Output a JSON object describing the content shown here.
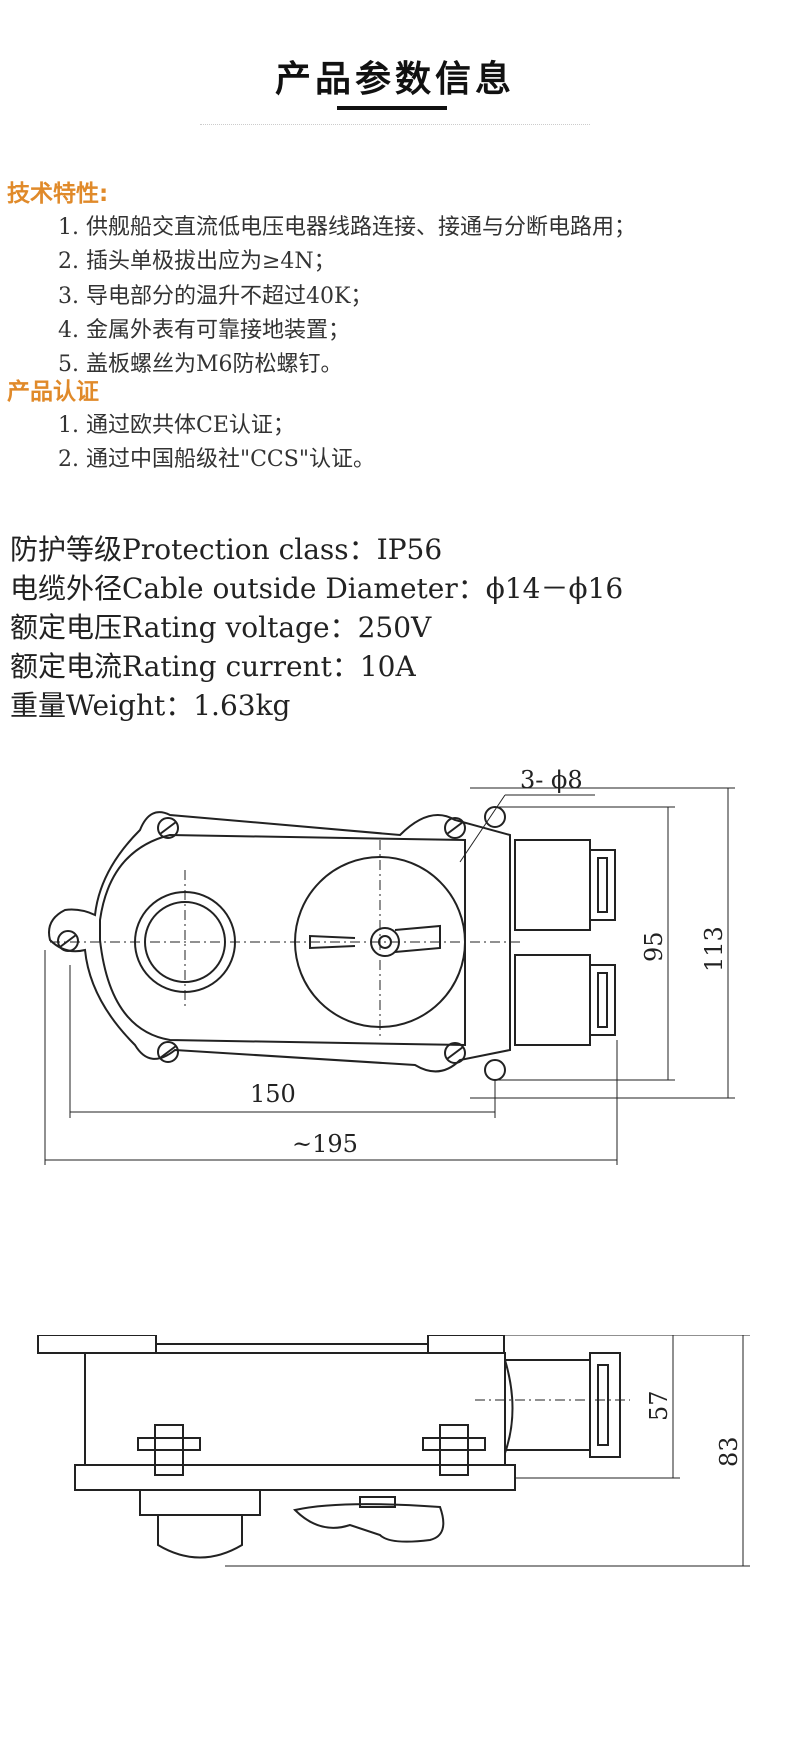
{
  "header": {
    "title": "产品参数信息"
  },
  "tech": {
    "heading": "技术特性:",
    "items": [
      "1. 供舰船交直流低电压电器线路连接、接通与分断电路用；",
      "2. 插头单极拔出应为≥4N；",
      "3. 导电部分的温升不超过40K；",
      "4. 金属外表有可靠接地装置；",
      "5. 盖板螺丝为M6防松螺钉。"
    ]
  },
  "cert": {
    "heading": "产品认证",
    "items": [
      "1. 通过欧共体CE认证；",
      "2. 通过中国船级社\"CCS\"认证。"
    ]
  },
  "specs": [
    {
      "label": "防护等级Protection class：",
      "value": "IP56"
    },
    {
      "label": "电缆外径Cable outside Diameter：",
      "value": "ϕ14－ϕ16"
    },
    {
      "label": "额定电压Rating voltage：",
      "value": "250V"
    },
    {
      "label": "额定电流Rating current：",
      "value": "10A"
    },
    {
      "label": "重量Weight：",
      "value": "1.63kg"
    }
  ],
  "drawing": {
    "hole_label": "3- ϕ8",
    "dim_150": "150",
    "dim_195": "~195",
    "dim_95": "95",
    "dim_113": "113",
    "dim_57": "57",
    "dim_83": "83"
  }
}
